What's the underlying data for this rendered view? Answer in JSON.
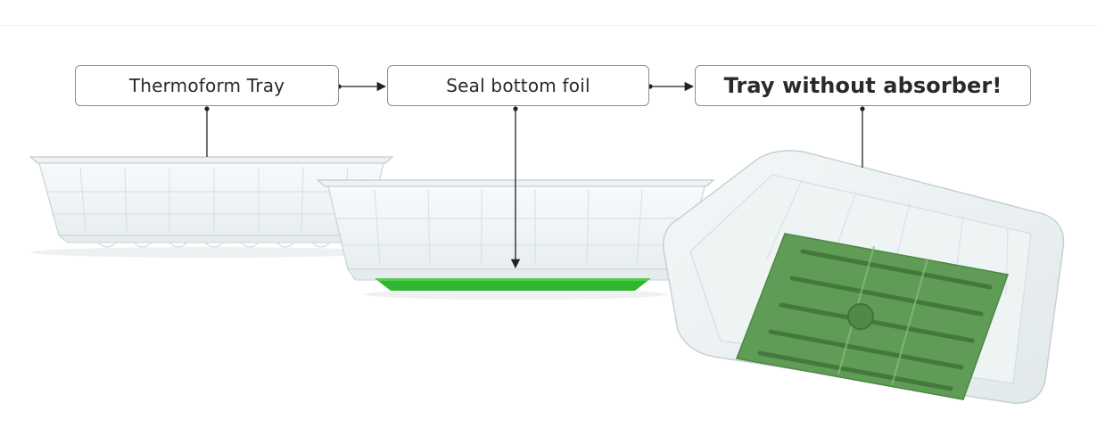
{
  "steps": [
    {
      "label": "Thermoform Tray"
    },
    {
      "label": "Seal bottom foil"
    },
    {
      "label": "Tray without absorber!"
    }
  ],
  "colors": {
    "box_border": "#8f8f8f",
    "text": "#2a2a2a",
    "connector": "#222222",
    "foil_green": "#2fb52f",
    "absorber_green": "#5f9c56",
    "tray_outline": "#c9d2d6"
  },
  "icons": [
    "arrow-right-icon",
    "connector-dot-icon"
  ]
}
